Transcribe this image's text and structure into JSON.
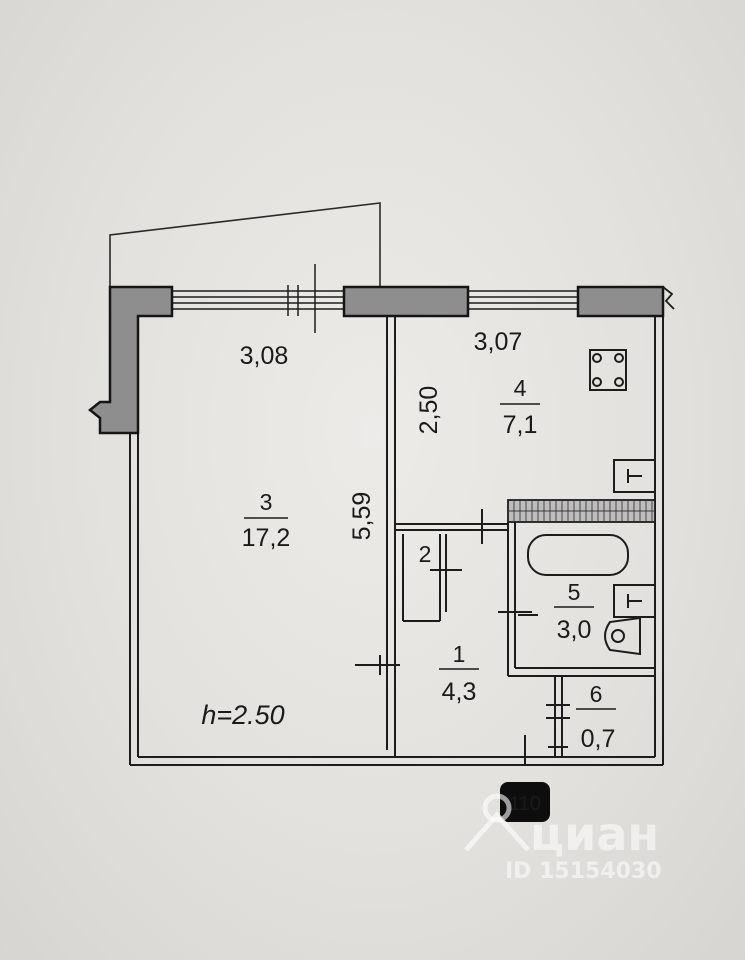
{
  "dimensions": {
    "room3_width": "3,08",
    "room4_width": "3,07",
    "room3_length": "5,59",
    "room4_length": "2,50"
  },
  "rooms": [
    {
      "id": "1",
      "area": "4,3"
    },
    {
      "id": "2",
      "area": ""
    },
    {
      "id": "3",
      "area": "17,2"
    },
    {
      "id": "4",
      "area": "7,1"
    },
    {
      "id": "5",
      "area": "3,0"
    },
    {
      "id": "6",
      "area": "0,7"
    }
  ],
  "ceiling_height": "h=2.50",
  "entrance_marker": "110",
  "watermark": {
    "brand": "циан",
    "listing_id": "ID 15154030"
  },
  "colors": {
    "background": "#e4e3df",
    "wall_fill": "#8e8e8e",
    "line": "#1c1c1c"
  }
}
